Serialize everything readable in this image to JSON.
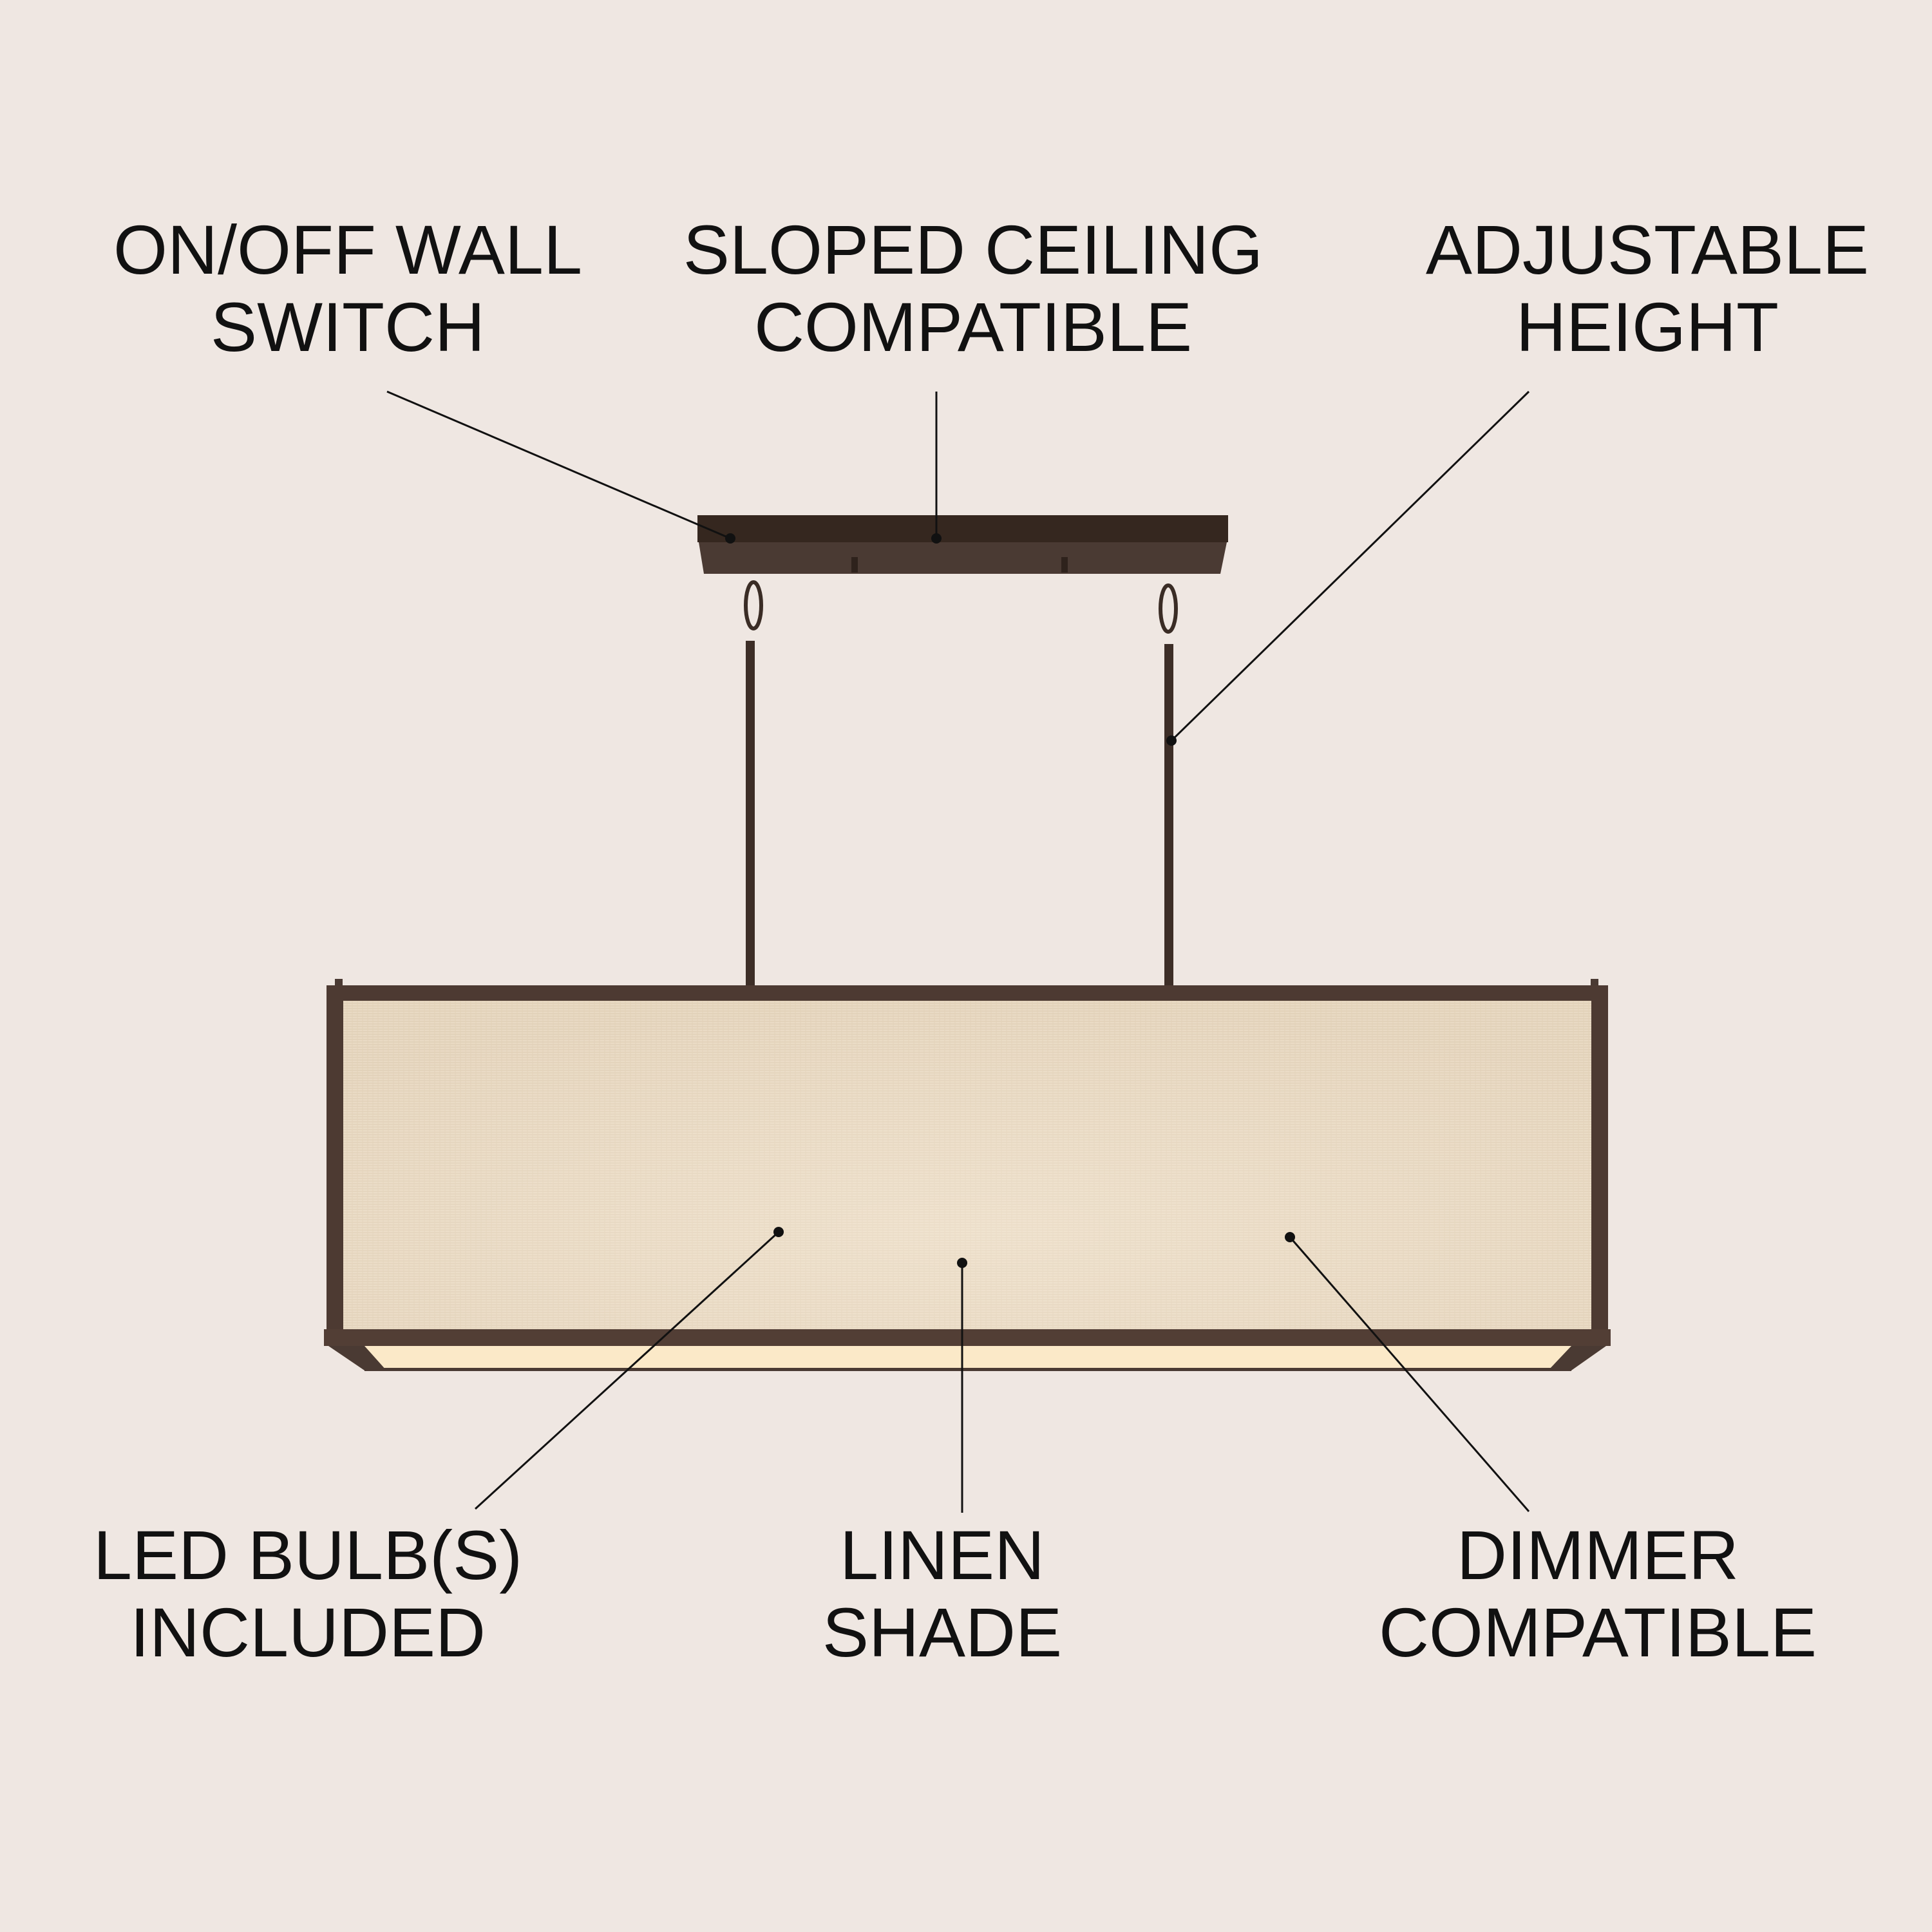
{
  "callouts": {
    "switch": {
      "line1": "ON/OFF WALL",
      "line2": "SWITCH"
    },
    "sloped": {
      "line1": "SLOPED CEILING",
      "line2": "COMPATIBLE"
    },
    "height": {
      "line1": "ADJUSTABLE",
      "line2": "HEIGHT"
    },
    "led": {
      "line1": "LED BULB(S)",
      "line2": "INCLUDED"
    },
    "linen": {
      "line1": "LINEN",
      "line2": "SHADE"
    },
    "dimmer": {
      "line1": "DIMMER",
      "line2": "COMPATIBLE"
    }
  },
  "colors": {
    "background": "#efe7e2",
    "bronze": "#4a3a33",
    "linen": "#e8d8c0",
    "text": "#111111"
  }
}
